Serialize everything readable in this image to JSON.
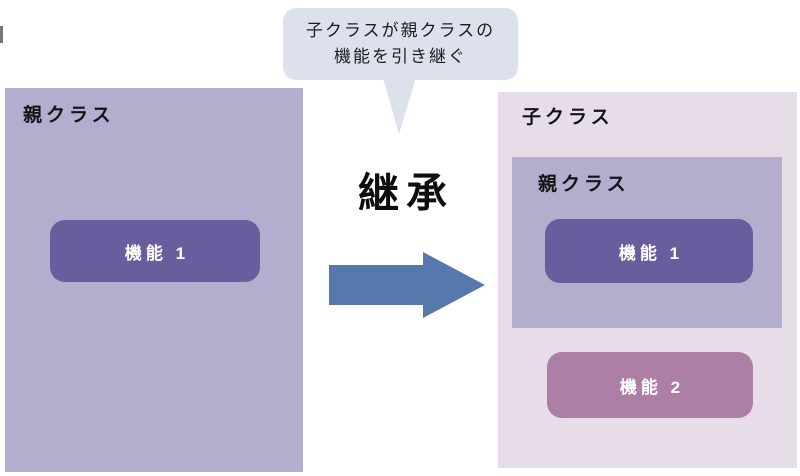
{
  "diagram": {
    "callout": {
      "text_line1": "子クラスが親クラスの",
      "text_line2": "機能を引き継ぐ"
    },
    "inheritance_label": "継承",
    "parent_class": {
      "title": "親クラス",
      "feature1_label": "機能 1"
    },
    "child_class": {
      "title": "子クラス",
      "inherited_parent": {
        "title": "親クラス",
        "feature1_label": "機能 1"
      },
      "feature2_label": "機能 2"
    },
    "colors": {
      "callout_bg": "#dde1eb",
      "parent_box_bg": "#b4adcd",
      "child_box_bg": "#e7dde8",
      "feature_purple": "#6a5d9d",
      "feature_mauve": "#ad7fa6",
      "arrow_blue": "#5678ad",
      "text_dark": "#141418",
      "text_white": "#ffffff",
      "page_bg": "#ffffff"
    }
  }
}
